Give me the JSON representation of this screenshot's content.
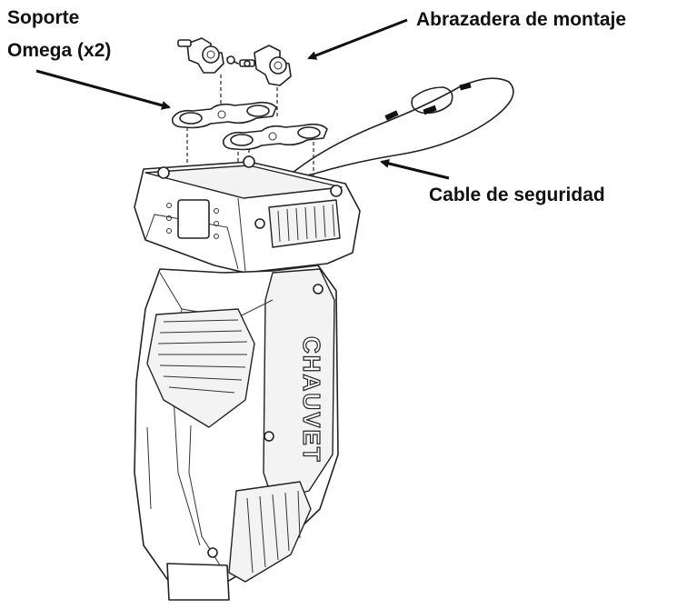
{
  "labels": {
    "omega_bracket_line1": "Soporte",
    "omega_bracket_line2": "Omega (x2)",
    "mounting_clamp": "Abrazadera de montaje",
    "safety_cable": "Cable de seguridad"
  },
  "fixture": {
    "brand_mark": "CHAUVET"
  },
  "colors": {
    "line": "#222222",
    "text": "#111111",
    "background": "#ffffff"
  }
}
